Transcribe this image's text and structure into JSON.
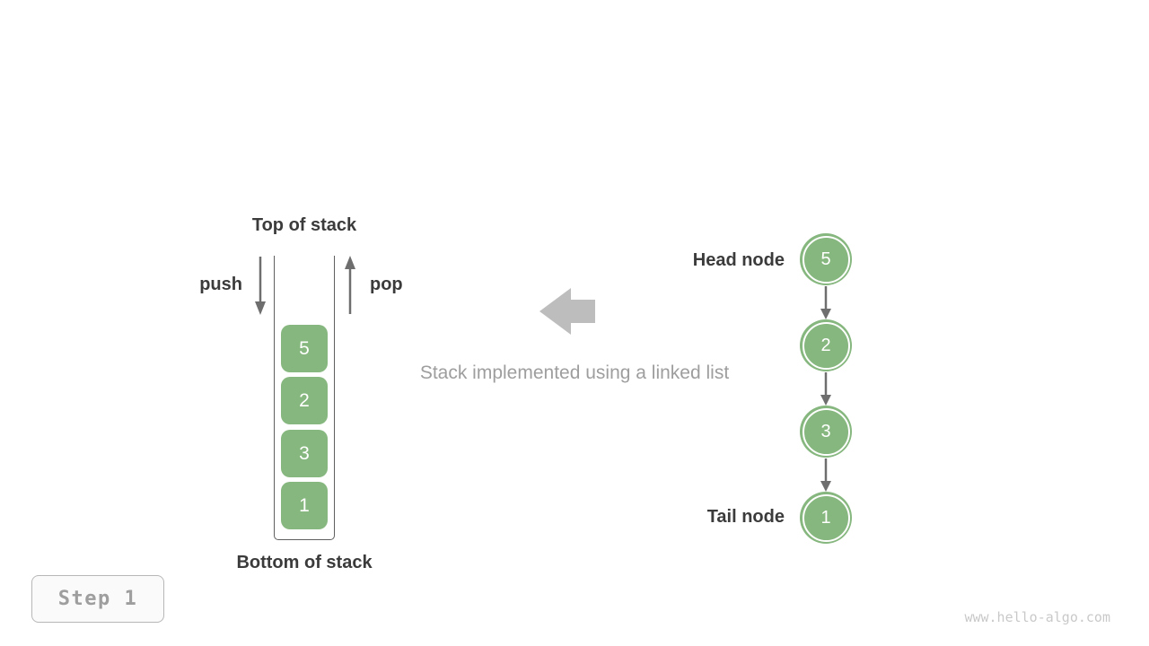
{
  "colors": {
    "green": "#86b77e",
    "dark_text": "#3b3b3b",
    "arrow_gray": "#6e6e6e",
    "wall_gray": "#5f5f5f",
    "big_arrow_gray": "#bdbdbd",
    "caption_gray": "#9e9e9e",
    "watermark_gray": "#c9c9c9"
  },
  "stack": {
    "top_label": "Top of stack",
    "bottom_label": "Bottom of stack",
    "push_label": "push",
    "pop_label": "pop",
    "items": [
      "5",
      "2",
      "3",
      "1"
    ]
  },
  "caption": {
    "text": "Stack implemented using a linked list"
  },
  "linked_list": {
    "head_label": "Head node",
    "tail_label": "Tail node",
    "nodes": [
      "5",
      "2",
      "3",
      "1"
    ]
  },
  "step": {
    "label": "Step 1"
  },
  "watermark": {
    "text": "www.hello-algo.com"
  }
}
